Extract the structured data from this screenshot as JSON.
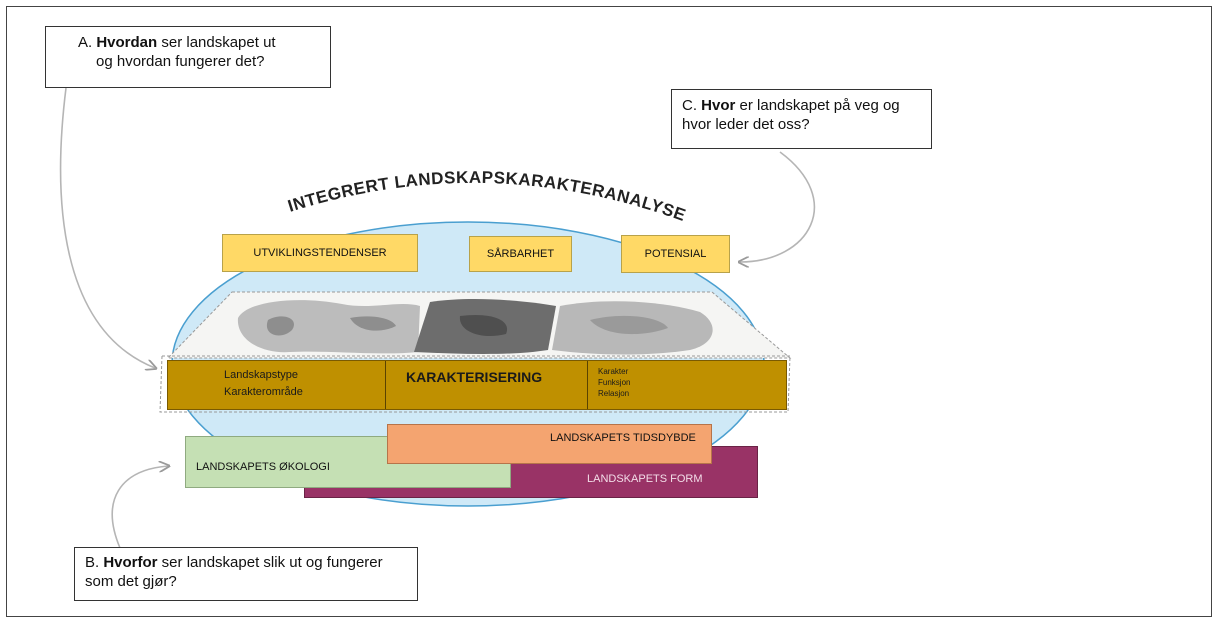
{
  "title": "INTEGRERT LANDSKAPSKARAKTERANALYSE",
  "questions": {
    "a": {
      "prefix": "A. ",
      "bold": "Hvordan",
      "rest": " ser landskapet ut",
      "line2": "og hvordan fungerer det?"
    },
    "b": {
      "prefix": "B. ",
      "bold": "Hvorfor",
      "rest": " ser landskapet slik ut og fungerer",
      "line2": "som det gjør?"
    },
    "c": {
      "prefix": "C. ",
      "bold": "Hvor",
      "rest": " er landskapet på veg og",
      "line2": "hvor leder det oss?"
    }
  },
  "top_boxes": {
    "utvikling": "UTVIKLINGSTENDENSER",
    "sarbarhet": "SÅRBARHET",
    "potensial": "POTENSIAL"
  },
  "characterisation": {
    "left_1": "Landskapstype",
    "left_2": "Karakterområde",
    "center": "KARAKTERISERING",
    "right_1": "Karakter",
    "right_2": "Funksjon",
    "right_3": "Relasjon"
  },
  "layers": {
    "form": "LANDSKAPETS FORM",
    "okologi": "LANDSKAPETS ØKOLOGI",
    "tidsdybde": "LANDSKAPETS TIDSDYBDE"
  },
  "colors": {
    "ellipse_fill": "#cfe9f7",
    "ellipse_stroke": "#4a9fd0",
    "yellow": "#ffd966",
    "band": "#bf9000",
    "form": "#993366",
    "okologi": "#c5e0b4",
    "tidsdybde": "#f4a470",
    "terrain_dark": "#6d6d6d",
    "terrain_light": "#b8b8b8"
  }
}
